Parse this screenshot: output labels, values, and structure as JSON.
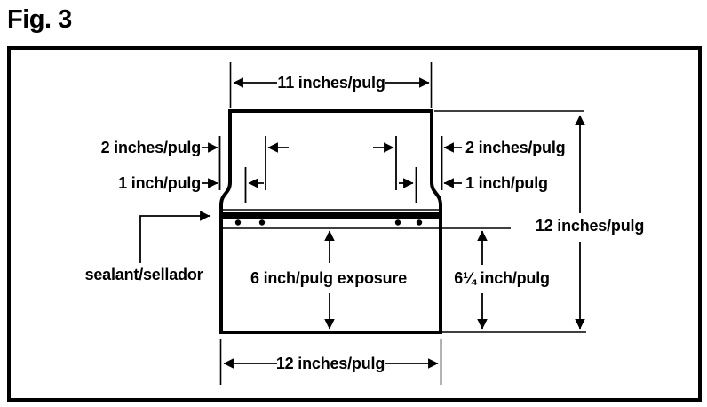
{
  "figure_title": "Fig. 3",
  "labels": {
    "top_width": "11 inches/pulg",
    "left_2in": "2 inches/pulg",
    "left_1in": "1 inch/pulg",
    "right_2in": "2 inches/pulg",
    "right_1in": "1 inch/pulg",
    "sealant": "sealant/sellador",
    "exposure": "6 inch/pulg exposure",
    "exposure_right": "6¼ inch/pulg",
    "height_total": "12 inches/pulg",
    "bottom_width": "12 inches/pulg"
  },
  "colors": {
    "ink": "#000000",
    "paper": "#ffffff"
  }
}
